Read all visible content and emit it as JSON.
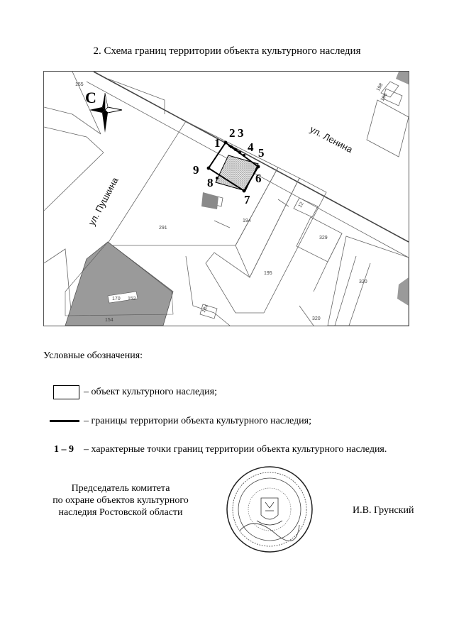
{
  "title": "2. Схема границ территории объекта культурного наследия",
  "map": {
    "north_letter": "С",
    "streets": {
      "lenina": "ул. Ленина",
      "pushkina": "ул. Пушкина"
    },
    "parcel_labels": [
      "155",
      "198",
      "196",
      "291",
      "194",
      "195",
      "12",
      "329",
      "320",
      "320",
      "184",
      "170",
      "152",
      "154"
    ],
    "boundary_points": [
      "1",
      "2",
      "3",
      "4",
      "5",
      "6",
      "7",
      "8",
      "9"
    ],
    "colors": {
      "building_fill": "#9a9a9a",
      "object_hatch": "#bdbdbd",
      "boundary": "#000000",
      "map_lines": "#666666"
    }
  },
  "legend": {
    "heading": "Условные обозначения:",
    "items": [
      {
        "key": "",
        "text": "– объект культурного наследия;"
      },
      {
        "key": "",
        "text": "– границы территории объекта культурного наследия;"
      },
      {
        "key": "1 – 9",
        "text": "– характерные точки границ территории объекта культурного наследия."
      }
    ]
  },
  "signature": {
    "role_lines": [
      "Председатель комитета",
      "по охране объектов культурного",
      "наследия Ростовской области"
    ],
    "name": "И.В. Грунский"
  }
}
